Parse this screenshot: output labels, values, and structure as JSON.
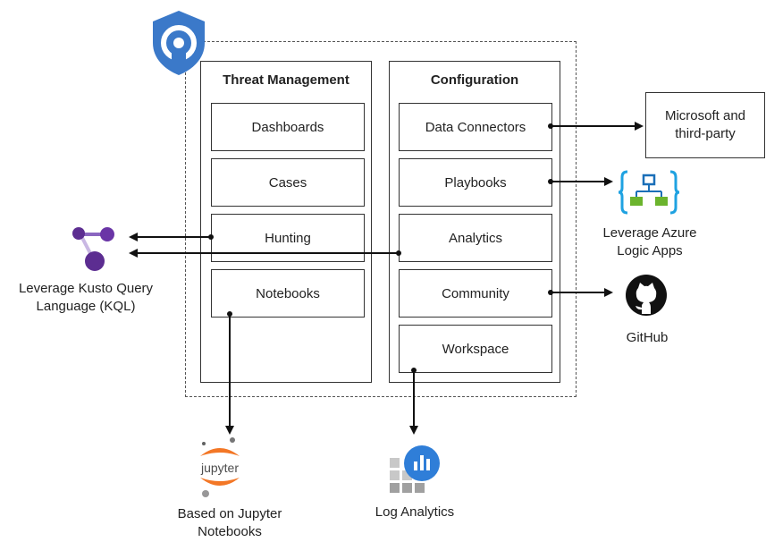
{
  "threat_management": {
    "title": "Threat Management",
    "items": [
      "Dashboards",
      "Cases",
      "Hunting",
      "Notebooks"
    ]
  },
  "configuration": {
    "title": "Configuration",
    "items": [
      "Data Connectors",
      "Playbooks",
      "Analytics",
      "Community",
      "Workspace"
    ]
  },
  "external": {
    "microsoft": "Microsoft and third-party",
    "logic_apps": "Leverage Azure Logic Apps",
    "kusto": "Leverage Kusto Query Language (KQL)",
    "github": "GitHub",
    "jupyter": "Based on Jupyter Notebooks",
    "jupyter_logo_text": "jupyter",
    "log_analytics": "Log Analytics"
  },
  "colors": {
    "shield": "#3b79c9",
    "kusto": "#5c2d91",
    "logic_apps_accent": "#1fa2e1",
    "logic_apps_green": "#6bb42d",
    "jupyter_orange": "#f37726",
    "log_analytics_blue": "#2f7ed8"
  }
}
